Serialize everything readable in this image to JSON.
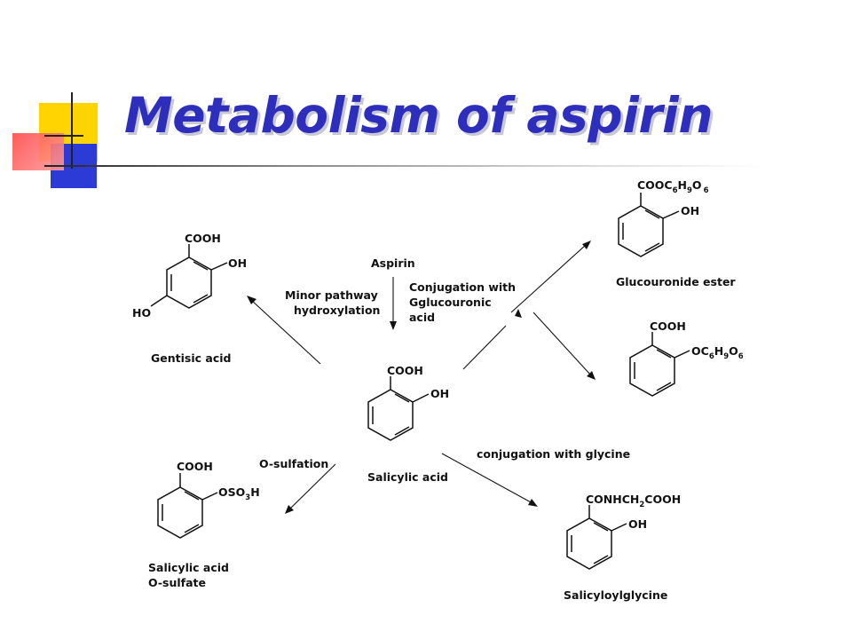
{
  "title": "Metabolism of aspirin",
  "arrow_labels": {
    "aspirin": "Aspirin",
    "minor_pathway": "Minor pathway",
    "hydroxylation": "hydroxylation",
    "conj_gluc_1": "Conjugation with",
    "conj_gluc_2": "Gglucouronic",
    "conj_gluc_3": "acid",
    "o_sulfation": "O-sulfation",
    "conj_glycine": "conjugation with glycine"
  },
  "compounds": {
    "salicylic": {
      "name": "Salicylic acid",
      "group1": "COOH",
      "group2": "OH"
    },
    "gentisic": {
      "name": "Gentisic acid",
      "group1": "COOH",
      "group2": "OH",
      "group3": "HO"
    },
    "gluc_ester": {
      "name": "Glucouronide ester",
      "group1_main": "COOC",
      "sub_6": "6",
      "h": "H",
      "sub_9": "9",
      "o": "O",
      "sub_6b": "6",
      "group2": "OH"
    },
    "gluc_ether": {
      "group1": "COOH",
      "oc": "OC",
      "sub_6": "6",
      "h": "H",
      "sub_9": "9",
      "o": "O",
      "sub_6b": "6"
    },
    "sulfate": {
      "name_line1": "Salicylic acid",
      "name_line2": "O-sulfate",
      "group1": "COOH",
      "oso": "OSO",
      "sub_3": "3",
      "h": "H"
    },
    "glycine": {
      "name": "Salicyloylglycine",
      "conh": "CONHCH",
      "sub_2": "2",
      "cooh": "COOH",
      "group2": "OH"
    }
  }
}
